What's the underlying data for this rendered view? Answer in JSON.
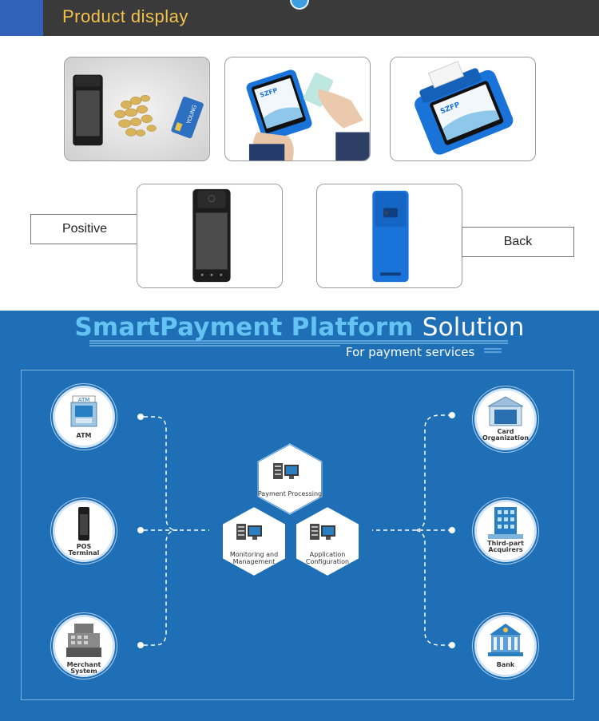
{
  "header": {
    "title": "Product display"
  },
  "product": {
    "positive_label": "Positive",
    "back_label": "Back",
    "card_text": "YOUNG",
    "brand_text": "SZFP"
  },
  "platform": {
    "title_part1": "SmartPayment Platform",
    "title_part2": "Solution",
    "subtitle": "For payment services",
    "left_nodes": [
      {
        "label": "ATM",
        "icon": "atm-icon"
      },
      {
        "label": "POS\nTerminal",
        "icon": "pos-terminal-icon"
      },
      {
        "label": "Merchant\nSystem",
        "icon": "cash-register-icon"
      }
    ],
    "right_nodes": [
      {
        "label": "Card\nOrganization",
        "icon": "card-organization-icon"
      },
      {
        "label": "Third-part\nAcquirers",
        "icon": "building-icon"
      },
      {
        "label": "Bank",
        "icon": "bank-icon"
      }
    ],
    "center_hexes": [
      {
        "label": "Payment Processing",
        "icon": "server-computer-icon"
      },
      {
        "label": "Monitoring and\nManagement",
        "icon": "server-computer-icon"
      },
      {
        "label": "Application\nConfiguration",
        "icon": "server-computer-icon"
      }
    ],
    "atm_sign": "ATM"
  },
  "colors": {
    "header_bg": "#3a3a3a",
    "header_accent": "#2f62b8",
    "title_yellow": "#f3c24a",
    "section_blue": "#1e6fb5",
    "title_light_blue": "#64c3f2",
    "device_blue": "#1a73d9"
  }
}
